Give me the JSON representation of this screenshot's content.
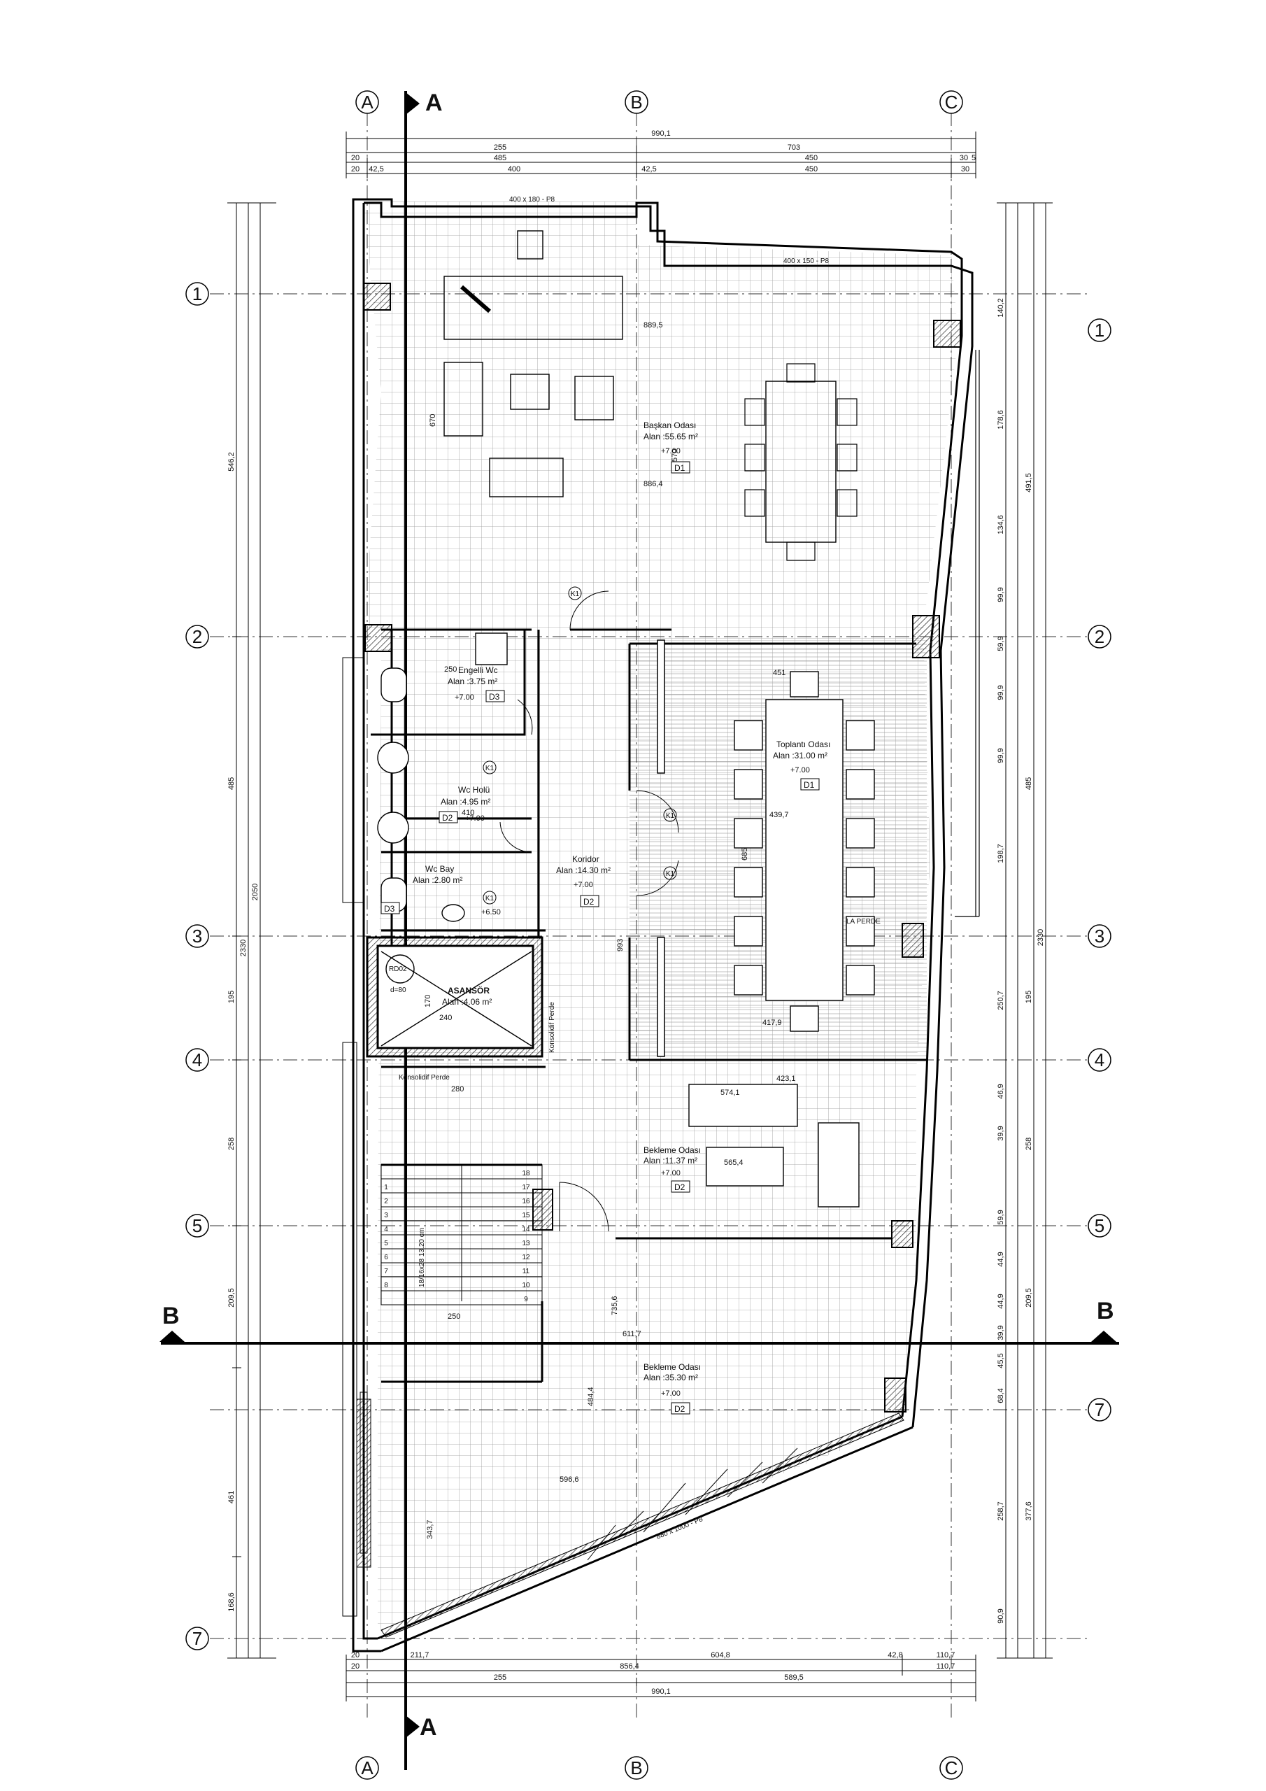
{
  "axes": {
    "letters": [
      "A",
      "B",
      "C"
    ],
    "numbers": [
      "1",
      "2",
      "3",
      "4",
      "5",
      "7"
    ]
  },
  "sections": [
    "A",
    "B"
  ],
  "dimensions": {
    "top_total": "990,1",
    "top_row2": [
      "255",
      "703"
    ],
    "top_row3": [
      "20",
      "485",
      "450",
      "30",
      "5"
    ],
    "top_row4": [
      "20",
      "42,5",
      "400",
      "42,5",
      "450",
      "30"
    ],
    "bottom_row1": [
      "20",
      "211,7",
      "604,8",
      "42,8",
      "110,7"
    ],
    "bottom_row2": [
      "20",
      "856,4",
      "110,7"
    ],
    "bottom_row3": [
      "255",
      "589,5"
    ],
    "bottom_total": "990,1",
    "left_outer": [
      "546,2",
      "485",
      "195",
      "258",
      "209,5",
      "461",
      "168,6"
    ],
    "left_total": "2330",
    "left_inner": "2050",
    "right_outer": [
      "491,5",
      "485",
      "195",
      "258",
      "209,5",
      "377,6"
    ],
    "right_total": "2330",
    "right_inner": [
      "140,2",
      "178,6",
      "134,6",
      "99,9",
      "59,9",
      "99,9",
      "99,9",
      "198,7",
      "250,7",
      "46,9",
      "39,9",
      "59,9",
      "44,9",
      "44,9",
      "39,9",
      "45,5",
      "68,4",
      "258,7",
      "90,9"
    ]
  },
  "rooms": [
    {
      "name": "Başkan Odası",
      "area": "Alan :55.65 m²",
      "level": "+7.00",
      "tag": "D1"
    },
    {
      "name": "Toplantı Odası",
      "area": "Alan :31.00 m²",
      "level": "+7.00",
      "tag": "D1"
    },
    {
      "name": "Engelli Wc",
      "area": "Alan :3.75 m²",
      "level": "+7.00",
      "tag": "D3"
    },
    {
      "name": "Wc Holü",
      "area": "Alan :4.95 m²",
      "level": "+7.00",
      "tag": "D2"
    },
    {
      "name": "Wc Bay",
      "area": "Alan :2.80 m²",
      "level": "+6.50",
      "tag": "D3"
    },
    {
      "name": "Koridor",
      "area": "Alan :14.30 m²",
      "level": "+7.00",
      "tag": "D2"
    },
    {
      "name": "ASANSÖR",
      "area": "Alan :4.06 m²",
      "level": "",
      "tag": ""
    },
    {
      "name": "Bekleme Odası",
      "area": "Alan :11.37 m²",
      "level": "+7.00",
      "tag": "D2"
    },
    {
      "name": "Bekleme Odası",
      "area": "Alan :35.30 m²",
      "level": "+7.00",
      "tag": "D2"
    }
  ],
  "notes": {
    "window_top_left": "400 x 180 - P8",
    "window_top_right": "400 x 150 - P8",
    "window_diag": "880 x 1000 - P8",
    "elevator_code": "RD02",
    "elevator_d": "d=80",
    "curtain1": "Konsolidif Perde",
    "curtain2": "Konsolidif Perde",
    "door_k1": "K1",
    "stair_note": "18/16x28 13.20 cm",
    "perde": "LA PERDE"
  },
  "inner_dims": {
    "baskan_width": "889,5",
    "baskan_width2": "886,4",
    "baskan_h1": "670",
    "baskan_h2": "570",
    "meeting_top": "451",
    "meeting_w": "439,7",
    "meeting_bottom": "417,9",
    "meeting_h": "685",
    "waiting_top": "423,1",
    "waiting_sofa": "574,1",
    "waiting_table": "565,4",
    "lower_w1": "611,7",
    "lower_w2": "596,6",
    "lower_h": "484,4",
    "lower_h2": "343,7",
    "corridor_h": "993",
    "corridor_h2": "735,6",
    "wc_w": "250",
    "wc_h": "410",
    "elev_w": "240",
    "elev_h": "170",
    "stair_w": "250",
    "stair_h": "280"
  },
  "stair_numbers": [
    "1",
    "2",
    "3",
    "4",
    "5",
    "6",
    "7",
    "8",
    "9",
    "10",
    "11",
    "12",
    "13",
    "14",
    "15",
    "16",
    "17",
    "18"
  ]
}
